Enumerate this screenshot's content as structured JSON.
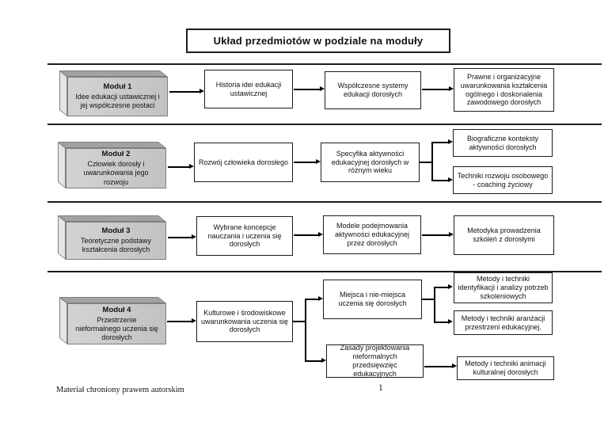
{
  "title": "Układ przedmiotów w podziale na moduły",
  "colors": {
    "module_front": "#c9c9c9",
    "module_top": "#a2a2a2",
    "module_side": "#e5e5e5",
    "box_border": "#1c1c1c",
    "shadow_dark": "#a9a9a9",
    "shadow_light": "#e3e3e3"
  },
  "rows": [
    {
      "module": {
        "name": "Moduł 1",
        "desc": "Idee edukacji ustawicznej i jej współczesne postaci"
      },
      "boxes": [
        "Historia idei edukacji ustawicznej",
        "Współczesne systemy edukacji dorosłych",
        "Prawne i organizacyjne uwarunkowania kształcenia ogólnego i doskonalenia zawodowego dorosłych"
      ]
    },
    {
      "module": {
        "name": "Moduł 2",
        "desc": "Człowiek dorosły i uwarunkowania jego rozwoju"
      },
      "boxes": [
        "Rozwój człowieka dorosłego",
        "Specyfika aktywności edukacyjnej dorosłych w różnym wieku",
        "Biograficzne konteksty aktywności dorosłych",
        "Techniki rozwoju osobowego - coaching życiowy"
      ]
    },
    {
      "module": {
        "name": "Moduł 3",
        "desc": "Teoretyczne podstawy kształcenia dorosłych"
      },
      "boxes": [
        "Wybrane koncepcje nauczania i uczenia się dorosłych",
        "Modele podejmowania aktywności edukacyjnej przez dorosłych",
        "Metodyka prowadzenia szkoleń z dorosłymi"
      ]
    },
    {
      "module": {
        "name": "Moduł 4",
        "desc": "Przestrzenie nieformalnego uczenia się dorosłych"
      },
      "boxes": [
        "Kulturowe i środowiskowe uwarunkowania uczenia się dorosłych",
        "Miejsca i nie-miejsca uczenia się dorosłych",
        "Zasady projektowania nieformalnych przedsięwzięć edukacyjnych",
        "Metody i techniki identyfikacji i analizy potrzeb szkoleniowych",
        "Metody i techniki aranżacji przestrzeni edukacyjnej.",
        "Metody i techniki animacji kulturalnej dorosłych"
      ]
    }
  ],
  "footer": {
    "copyright": "Materiał chroniony prawem autorskim",
    "page_number": "1"
  }
}
